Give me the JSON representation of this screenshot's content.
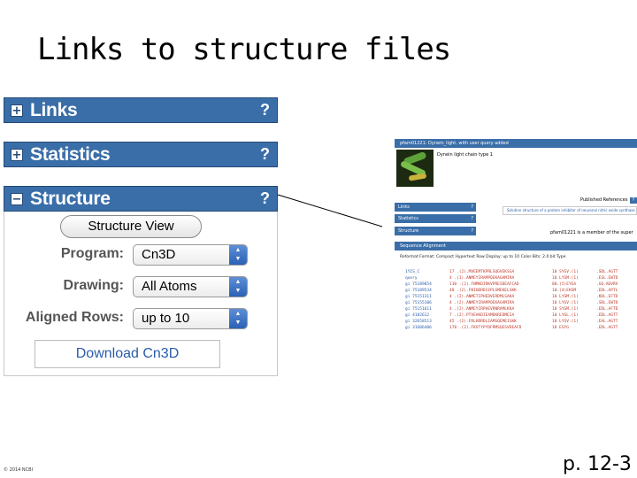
{
  "slide": {
    "title": "Links to structure files",
    "page_number": "p. 12-3",
    "copyright": "© 2014 NCBI"
  },
  "panels": {
    "links": {
      "title": "Links",
      "toggle": "+",
      "help": "?"
    },
    "statistics": {
      "title": "Statistics",
      "toggle": "+",
      "help": "?"
    },
    "structure": {
      "title": "Structure",
      "toggle": "−",
      "help": "?"
    }
  },
  "structure": {
    "structure_view_button": "Structure View",
    "program": {
      "label": "Program:",
      "value": "Cn3D"
    },
    "drawing": {
      "label": "Drawing:",
      "value": "All Atoms"
    },
    "aligned_rows": {
      "label": "Aligned Rows:",
      "value": "up to 10"
    },
    "download_button": "Download Cn3D"
  },
  "mini": {
    "title": "pfam01221: Dynein_light, with user query added",
    "thumb_title": "Dynein light chain type 1",
    "published_refs": "Published References",
    "published_help": "?",
    "pub_text": "Solution structure of a protein inhibitor of neuronal nitric oxide synthase",
    "links": "Links",
    "statistics": "Statistics",
    "structure": "Structure",
    "help": "?",
    "pfam_text": "pfam01221 is a member of the super",
    "seq_align": "Sequence Alignment",
    "toolbar": "Reformat   Format: Compact Hypertext   Row Display: up to 10   Color Bits: 2.0 bit   Type",
    "seq_rows": [
      {
        "id": "1YIS_C",
        "seq": "17 .(2).MVEEMTKPRLSQGVEKSGA",
        "tail": "10  SYGV.(1)",
        "tail2": ".SDL.AGTT"
      },
      {
        "id": "query",
        "seq": "4 .(1).ANMEYIRAMPQEKAGAMIRA",
        "tail": "10  LYSM.(1)",
        "tail2": ".ESL.EWTD"
      },
      {
        "id": "gi 75189854",
        "seq": "110 .(2).FNMKDIRKVPRESDEAFCAD",
        "tail": "80.(5)EYGA",
        "tail2": ".GQ.ADVRV"
      },
      {
        "id": "gi 75189534",
        "seq": "40 .(2).FNIHDRDCEPLSMEKELSKK",
        "tail": "10.(4)EKSM",
        "tail2": ".EDL.APTL"
      },
      {
        "id": "gi 75151311",
        "seq": "4 .(2).ANMETIPHEDVERDMLSAKA",
        "tail": "10  LYSM.(1)",
        "tail2": ".KDL.EFTD"
      },
      {
        "id": "gi 75155106",
        "seq": "4 .(2).ANMEYIRAMPQEKAGAMIRA",
        "tail": "10  LYGV.(1)",
        "tail2": ".SDL.EWTD"
      },
      {
        "id": "gi 75151611",
        "seq": "4 .(2).ANMEYIRPHEVRNRAMLKKA",
        "tail": "10  SYGM.(1)",
        "tail2": ".EDL.AFTD"
      },
      {
        "id": "gi 4182612",
        "seq": "7 .(2).PTVEAKDIEAMDKREDMEIA",
        "tail": "10  LYGL.(1)",
        "tail2": ".EDL.AGTT"
      },
      {
        "id": "gi 32658513",
        "seq": "45 .(2).FRLHDRDLEAMSQEMEISKK",
        "tail": "10  LYSV.(1)",
        "tail2": ".EAL.AGTT"
      },
      {
        "id": "gi 31606406",
        "seq": "178 .(2).FKVTYPYDFRMSQESVDEAFD",
        "tail": "10  ESYG",
        "tail2": ".EDL.AGTT"
      }
    ]
  },
  "colors": {
    "panel_header": "#3a6ea8",
    "select_arrow": "#2b61b5",
    "download_text": "#2a5caa"
  }
}
